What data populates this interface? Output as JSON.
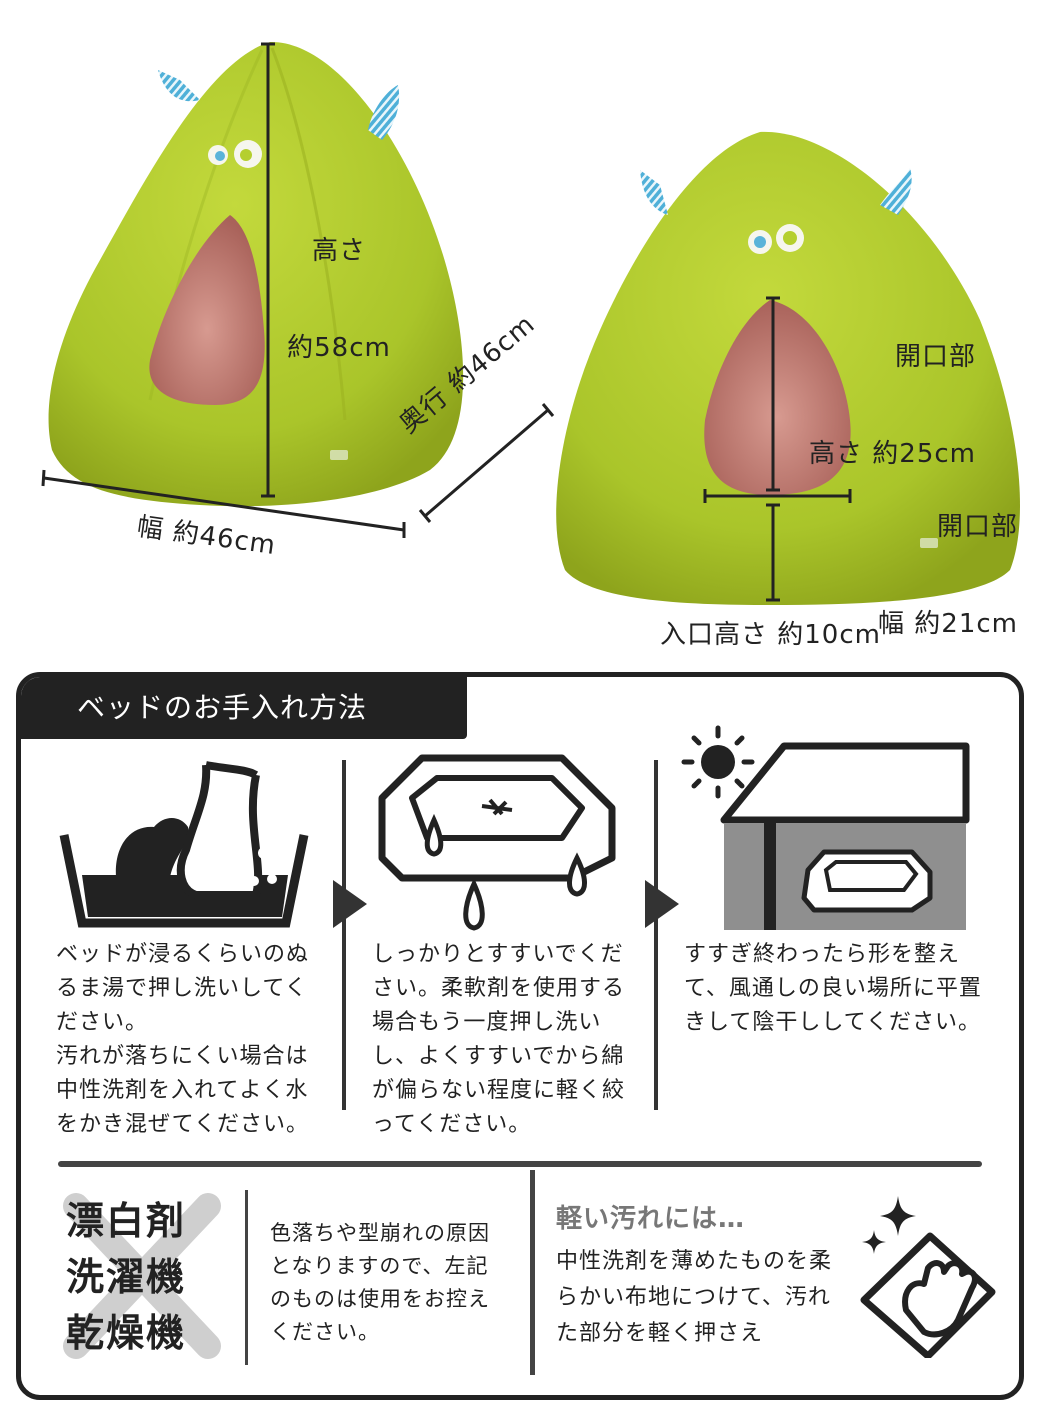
{
  "dimensions_left": {
    "height_line1": "高さ",
    "height_line2": "約58cm",
    "depth": "奥行 約46cm",
    "width": "幅 約46cm"
  },
  "dimensions_right": {
    "opening_height_line1": "開口部",
    "opening_height_line2": "高さ 約25cm",
    "opening_width_line1": "開口部",
    "opening_width_line2": "幅 約21cm",
    "entrance_height": "入口高さ 約10cm"
  },
  "care": {
    "title": "ベッドのお手入れ方法",
    "steps": [
      {
        "text": "ベッドが浸るくらいのぬるま湯で押し洗いしてください。\n汚れが落ちにくい場合は中性洗剤を入れてよく水をかき混ぜてください。"
      },
      {
        "text": "しっかりとすすいでください。柔軟剤を使用する場合もう一度押し洗いし、よくすすいでから綿が偏らない程度に軽く絞ってください。"
      },
      {
        "text": "すすぎ終わったら形を整えて、風通しの良い場所に平置きして陰干ししてください。"
      }
    ],
    "prohibited": [
      "漂白剤",
      "洗濯機",
      "乾燥機"
    ],
    "prohibited_note": "色落ちや型崩れの原因となりますので、左記のものは使用をお控えください。",
    "light_dirt_title": "軽い汚れには…",
    "light_dirt_text": "中性洗剤を薄めたものを柔らかい布地につけて、汚れた部分を軽く押さえ"
  },
  "colors": {
    "fur_green": "#b4cd2e",
    "fur_dark": "#93ab1e",
    "inner_pink": "#c9837a",
    "horn_blue": "#4fb0d8",
    "ink": "#222222"
  }
}
